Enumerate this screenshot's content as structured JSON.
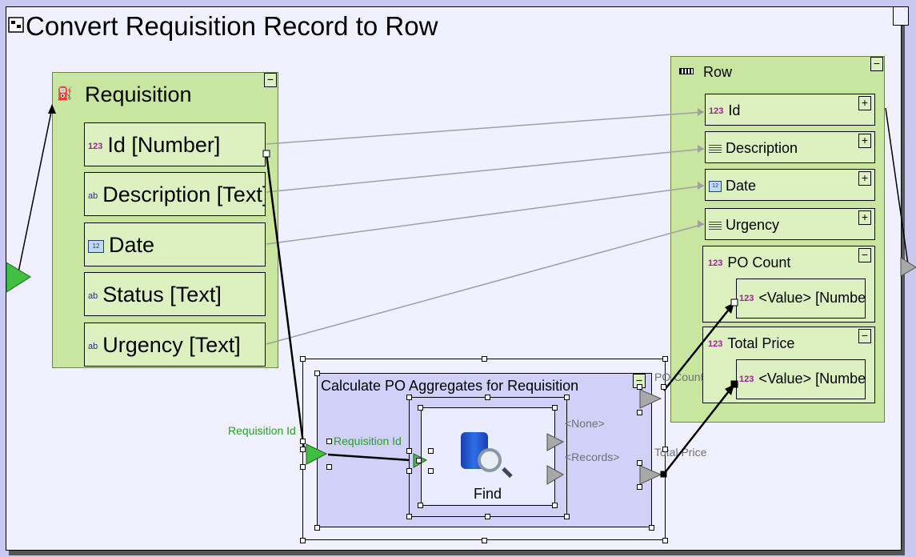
{
  "canvas": {
    "title": "Convert Requisition Record to Row"
  },
  "requisition": {
    "title": "Requisition",
    "fields": [
      {
        "label": "Id [Number]",
        "type": "number"
      },
      {
        "label": "Description [Text]",
        "type": "text"
      },
      {
        "label": "Date",
        "type": "date"
      },
      {
        "label": "Status [Text]",
        "type": "text"
      },
      {
        "label": "Urgency [Text]",
        "type": "text"
      }
    ]
  },
  "row": {
    "title": "Row",
    "fields": [
      {
        "label": "Id",
        "type": "number"
      },
      {
        "label": "Description",
        "type": "text"
      },
      {
        "label": "Date",
        "type": "date"
      },
      {
        "label": "Urgency",
        "type": "text"
      },
      {
        "label": "PO Count",
        "type": "number",
        "child": "<Value> [Number]"
      },
      {
        "label": "Total Price",
        "type": "number",
        "child": "<Value> [Number]"
      }
    ]
  },
  "calc": {
    "title": "Calculate PO Aggregates for Requisition",
    "input_label": "Requisition Id",
    "inner_input_label": "Requisition Id",
    "output_po_count": "PO Count",
    "output_total_price": "Total Price",
    "find": {
      "label": "Find",
      "out_none": "<None>",
      "out_records": "<Records>"
    }
  },
  "icons": {
    "number": "123",
    "text": "ab",
    "date": "12"
  },
  "colors": {
    "record_box": "#c8e6a0",
    "canvas": "#f0f0ff",
    "port_active": "#40c040",
    "port_inactive": "#a8a8a8"
  }
}
